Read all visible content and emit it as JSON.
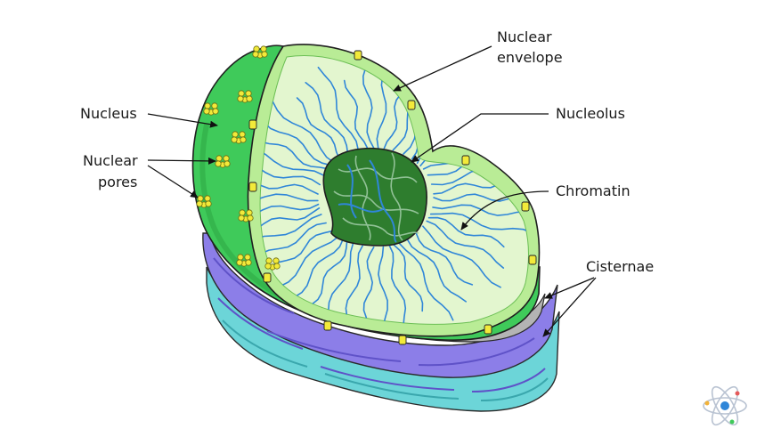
{
  "labels": {
    "nuclear_envelope": [
      "Nuclear",
      "envelope"
    ],
    "nucleolus": "Nucleolus",
    "nucleus": "Nucleus",
    "nuclear_pores": [
      "Nuclear",
      "pores"
    ],
    "chromatin": "Chromatin",
    "cisternae": "Cisternae"
  },
  "colors": {
    "outer_green": "#3fca5a",
    "outer_green_dark": "#1f8a34",
    "nucleoplasm": "#e3f6cf",
    "rim": "#b9ec96",
    "nucleolus": "#2e7d2e",
    "chromatin": "#2f86d8",
    "pore": "#f2ea3a",
    "cisternae_purple": "#8c7ee8",
    "cisternae_teal": "#6cd5d8",
    "gray_layer": "#b4b4b4",
    "outline": "#222222"
  },
  "logo_icon": "atom-icon"
}
